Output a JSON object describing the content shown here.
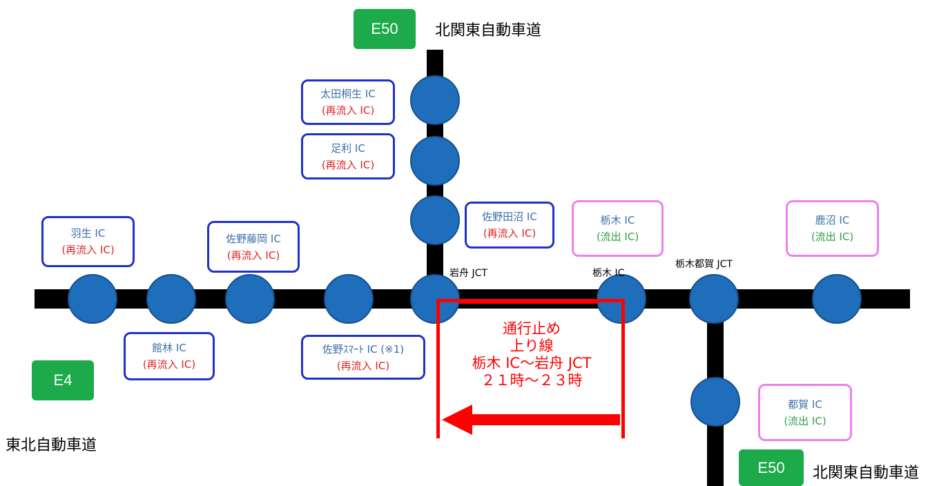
{
  "highways": {
    "tohoku": {
      "badge": "E4",
      "name": "東北自動車道"
    },
    "kitakanto_top": {
      "badge": "E50",
      "name": "北関東自動車道"
    },
    "kitakanto_bottom": {
      "badge": "E50",
      "name": "北関東自動車道"
    }
  },
  "junction_labels": {
    "iwafune": "岩舟 JCT",
    "tochigi_ic": "栃木 IC",
    "tochigi_tsuga": "栃木都賀 JCT"
  },
  "interchanges": {
    "ota_kiryu": {
      "name": "太田桐生 IC",
      "status": "(再流入 IC)"
    },
    "ashikaga": {
      "name": "足利 IC",
      "status": "(再流入 IC)"
    },
    "sano_tanuma": {
      "name": "佐野田沼 IC",
      "status": "(再流入 IC)"
    },
    "hanyu": {
      "name": "羽生 IC",
      "status": "(再流入 IC)"
    },
    "sano_fujioka": {
      "name": "佐野藤岡 IC",
      "status": "(再流入 IC)"
    },
    "tatebayashi": {
      "name": "館林 IC",
      "status": "(再流入 IC)"
    },
    "sano_smart": {
      "name": "佐野ｽﾏｰﾄ IC (※1)",
      "status": "(再流入 IC)"
    },
    "tochigi": {
      "name": "栃木 IC",
      "status": "(流出 IC)"
    },
    "kanuma": {
      "name": "鹿沼 IC",
      "status": "(流出 IC)"
    },
    "tsuga": {
      "name": "都賀 IC",
      "status": "(流出 IC)"
    }
  },
  "closure": {
    "line1": "通行止め",
    "line2": "上り線",
    "line3": "栃木 IC～岩舟 JCT",
    "line4": "２１時～２３時"
  },
  "colors": {
    "road": "#000000",
    "node": "#1f6ebc",
    "box_border_blue": "#2030c8",
    "box_border_pink": "#ee7fee",
    "reentry_text": "#e02020",
    "exit_text": "#2f9d46",
    "closure_red": "#ff0000",
    "badge_green": "#1caa4a"
  }
}
